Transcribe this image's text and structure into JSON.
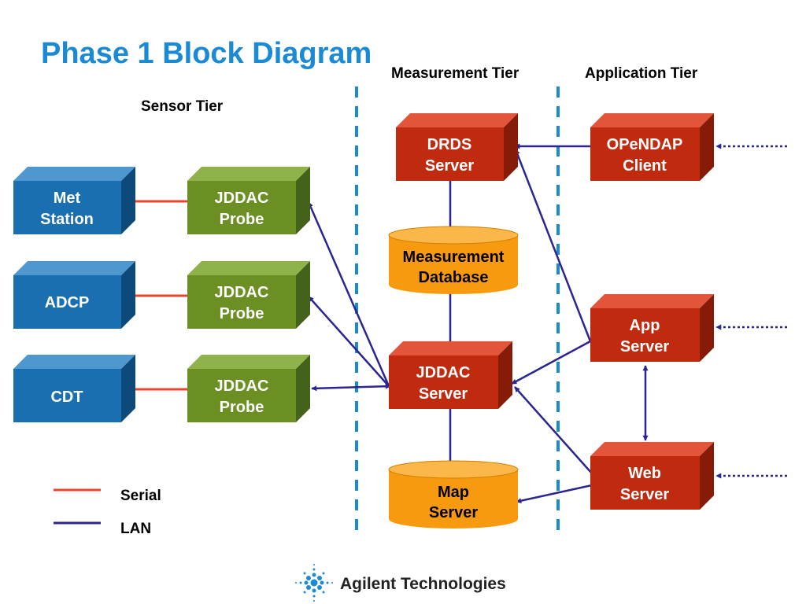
{
  "title": "Phase 1 Block Diagram",
  "tiers": {
    "sensor": "Sensor Tier",
    "measurement": "Measurement Tier",
    "application": "Application Tier"
  },
  "colors": {
    "title": "#1a8ad4",
    "sensor_box": "#1a6fb0",
    "probe_box": "#6b8f23",
    "server_box": "#c02a0f",
    "database": "#f79a10",
    "serial_line": "#e8452a",
    "lan_line": "#2b2591",
    "tier_divider": "#1a8ad4"
  },
  "blocks": {
    "met_station": [
      "Met",
      "Station"
    ],
    "adcp": [
      "ADCP"
    ],
    "cdt": [
      "CDT"
    ],
    "probe1": [
      "JDDAC",
      "Probe"
    ],
    "probe2": [
      "JDDAC",
      "Probe"
    ],
    "probe3": [
      "JDDAC",
      "Probe"
    ],
    "drds_server": [
      "DRDS",
      "Server"
    ],
    "measurement_db": [
      "Measurement",
      "Database"
    ],
    "jddac_server": [
      "JDDAC",
      "Server"
    ],
    "map_server": [
      "Map",
      "Server"
    ],
    "opendap_client": [
      "OPeNDAP",
      "Client"
    ],
    "app_server": [
      "App",
      "Server"
    ],
    "web_server": [
      "Web",
      "Server"
    ]
  },
  "legend": {
    "serial": "Serial",
    "lan": "LAN"
  },
  "logo": {
    "text": "Agilent Technologies"
  }
}
